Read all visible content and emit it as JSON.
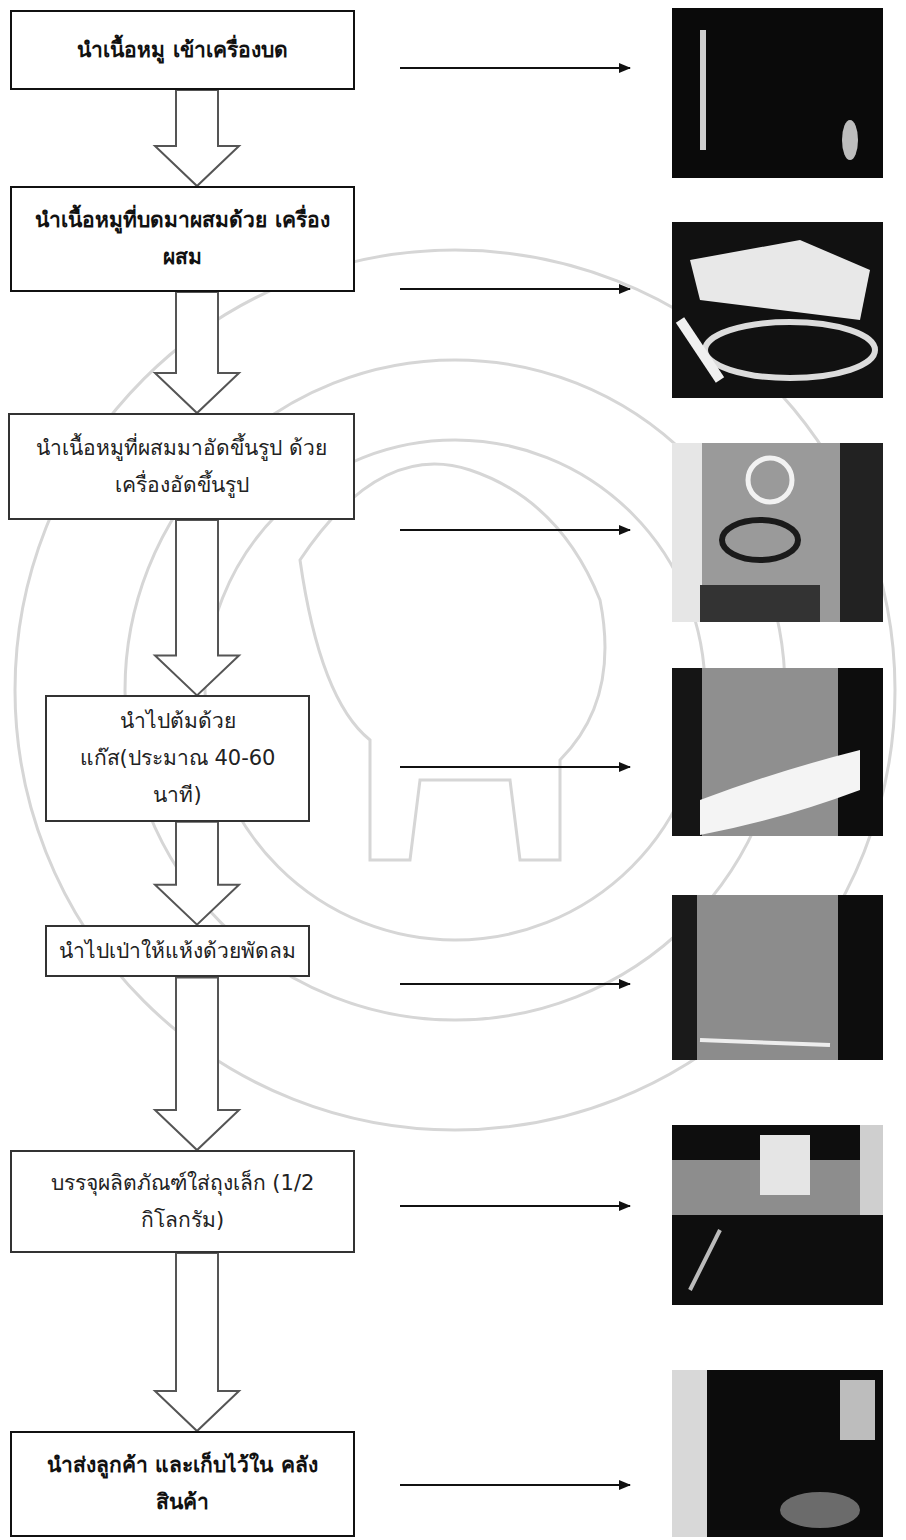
{
  "diagram": {
    "nodes": [
      {
        "text": [
          "นำเนื้อหมู เข้าเครื่องบด"
        ]
      },
      {
        "text": [
          "นำเนื้อหมูที่บดมาผสมด้วย เครื่องผสม"
        ]
      },
      {
        "text": [
          "นำเนื้อหมูที่ผสมมาอัดขึ้นรูป ด้วยเครื่องอัดขึ้นรูป"
        ]
      },
      {
        "text": [
          "นำไปต้มด้วยแก๊ส(ประมาณ 40-60 นาที)"
        ]
      },
      {
        "text": [
          "นำไปเป่าให้แห้งด้วยพัดลม"
        ]
      },
      {
        "text": [
          "บรรจุผลิตภัณฑ์ใส่ถุงเล็ก (1/2 กิโลกรัม)"
        ]
      },
      {
        "text": [
          "นำส่งลูกค้า และเก็บไว้ใน คลังสินค้า"
        ]
      }
    ],
    "edges": [
      {
        "from": 0,
        "to": 1,
        "arrow": "to"
      },
      {
        "from": 1,
        "to": 2,
        "arrow": "to"
      },
      {
        "from": 2,
        "to": 3,
        "arrow": "to"
      },
      {
        "from": 3,
        "to": 4,
        "arrow": "to"
      },
      {
        "from": 4,
        "to": 5,
        "arrow": "to"
      },
      {
        "from": 5,
        "to": 6,
        "arrow": "to"
      }
    ]
  }
}
